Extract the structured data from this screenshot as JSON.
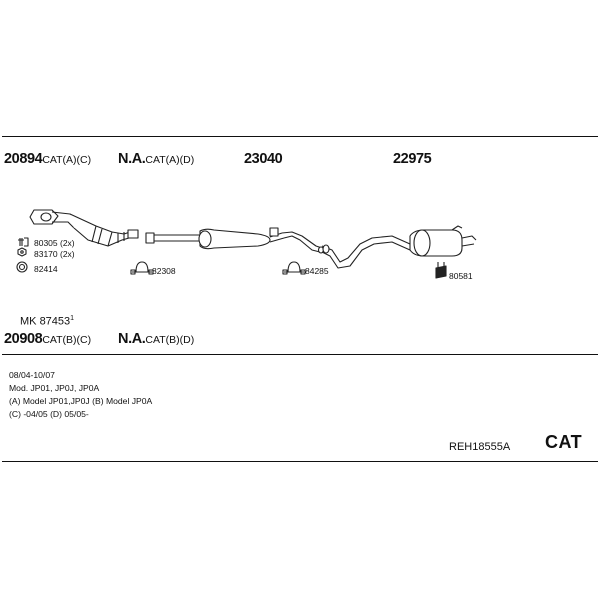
{
  "parts": {
    "p1": {
      "number": "20894",
      "suffix": "CAT(A)(C)"
    },
    "p2": {
      "number": "N.A.",
      "suffix": "CAT(A)(D)"
    },
    "p3": {
      "number": "23040",
      "suffix": ""
    },
    "p4": {
      "number": "22975",
      "suffix": ""
    },
    "p5": {
      "number": "20908",
      "suffix": "CAT(B)(C)"
    },
    "p6": {
      "number": "N.A.",
      "suffix": "CAT(B)(D)"
    }
  },
  "kit": {
    "prefix": "MK",
    "number": "87453",
    "footnote": "1"
  },
  "accessories": {
    "a1": "80305 (2x)",
    "a2": "83170 (2x)",
    "a3": "82414",
    "a4": "82308",
    "a5": "84285",
    "a6": "80581"
  },
  "notes": [
    "08/04-10/07",
    "Mod. JP01, JP0J, JP0A",
    "(A) Model JP01,JP0J (B) Model JP0A",
    "(C) -04/05 (D) 05/05-"
  ],
  "reference": "REH18555A",
  "category": "CAT"
}
